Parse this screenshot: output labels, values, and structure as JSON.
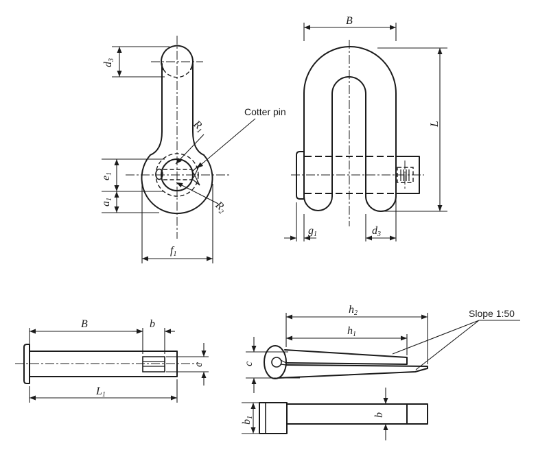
{
  "colors": {
    "line": "#1b1b1b",
    "background": "#ffffff"
  },
  "annotations": {
    "cotter_pin": "Cotter pin",
    "slope": "Slope 1:50"
  },
  "dims": {
    "side": {
      "d3_m": "d",
      "d3_s": "3",
      "e1_m": "e",
      "e1_s": "1",
      "a1_m": "a",
      "a1_s": "1",
      "f1_m": "f",
      "f1_s": "1",
      "R1_m": "R",
      "R1_s": "1",
      "R2_m": "R",
      "R2_s": "2"
    },
    "front": {
      "B": "B",
      "L": "L",
      "g1_m": "g",
      "g1_s": "1",
      "d3_m": "d",
      "d3_s": "3"
    },
    "pin": {
      "B": "B",
      "b": "b",
      "c": "c",
      "L1_m": "L",
      "L1_s": "1"
    },
    "cotter_side": {
      "h2_m": "h",
      "h2_s": "2",
      "h1_m": "h",
      "h1_s": "1",
      "c": "c"
    },
    "cotter_top": {
      "b1_m": "b",
      "b1_s": "1",
      "b": "b"
    }
  }
}
